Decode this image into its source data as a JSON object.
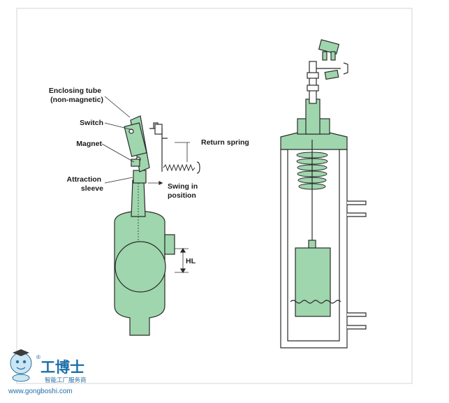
{
  "colors": {
    "fill_green": "#9fd6ad",
    "outline": "#2b2b2b",
    "frame_border": "#d4d4d4",
    "watermark_blue": "#1e6fa8"
  },
  "left_diagram": {
    "labels": {
      "enclosing_tube": [
        "Enclosing tube",
        "(non-magnetic)"
      ],
      "switch": "Switch",
      "magnet": "Magnet",
      "return_spring": "Return spring",
      "attraction_sleeve": [
        "Attraction",
        "sleeve"
      ],
      "swing_in_position": [
        "Swing in",
        "position"
      ],
      "hl": "HL"
    }
  },
  "right_diagram": {},
  "watermark": {
    "logo_chars": "工博士",
    "registered_mark": "®",
    "tagline": "智能工厂服务商",
    "url": "www.gongboshi.com"
  }
}
